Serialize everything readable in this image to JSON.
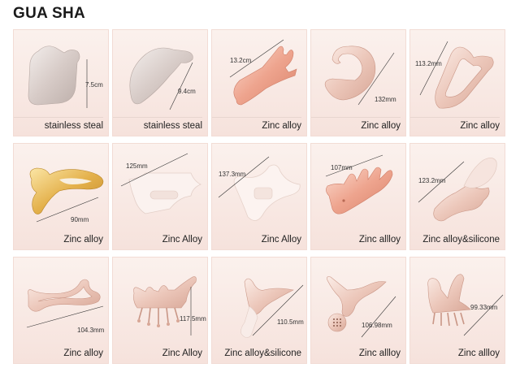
{
  "title": "GUA SHA",
  "items": [
    {
      "label": "stainless steal",
      "measure": "7.5cm",
      "shape": "steel-square"
    },
    {
      "label": "stainless steal",
      "measure": "9.4cm",
      "shape": "steel-wing"
    },
    {
      "label": "Zinc alloy",
      "measure": "13.2cm",
      "shape": "rose-fork"
    },
    {
      "label": "Zinc alloy",
      "measure": "132mm",
      "shape": "rose-hook"
    },
    {
      "label": "Zinc alloy",
      "measure": "113.2mm",
      "shape": "rose-heart-loop"
    },
    {
      "label": "Zinc alloy",
      "measure": "90mm",
      "shape": "gold-butterfly"
    },
    {
      "label": "Zinc Alloy",
      "measure": "125mm",
      "shape": "clear-comb"
    },
    {
      "label": "Zinc Alloy",
      "measure": "137.3mm",
      "shape": "clear-wing"
    },
    {
      "label": "Zinc allloy",
      "measure": "107mm",
      "shape": "rose-comb"
    },
    {
      "label": "Zinc alloy&silicone",
      "measure": "123.2mm",
      "shape": "rose-silicone-wing"
    },
    {
      "label": "Zinc alloy",
      "measure": "104.3mm",
      "shape": "rose-wire-s"
    },
    {
      "label": "Zinc Alloy",
      "measure": "117.5mm",
      "shape": "rose-crown-comb"
    },
    {
      "label": "Zinc alloy&silicone",
      "measure": "110.5mm",
      "shape": "rose-wing-handle"
    },
    {
      "label": "Zinc allloy",
      "measure": "106.98mm",
      "shape": "rose-perforated-paddle"
    },
    {
      "label": "Zinc allloy",
      "measure": "99.33mm",
      "shape": "rose-fork-comb"
    }
  ],
  "colors": {
    "steel": "#d9cfcc",
    "rose": "#e9a995",
    "gold": "#e2b04a",
    "clear": "#f8eeea"
  }
}
